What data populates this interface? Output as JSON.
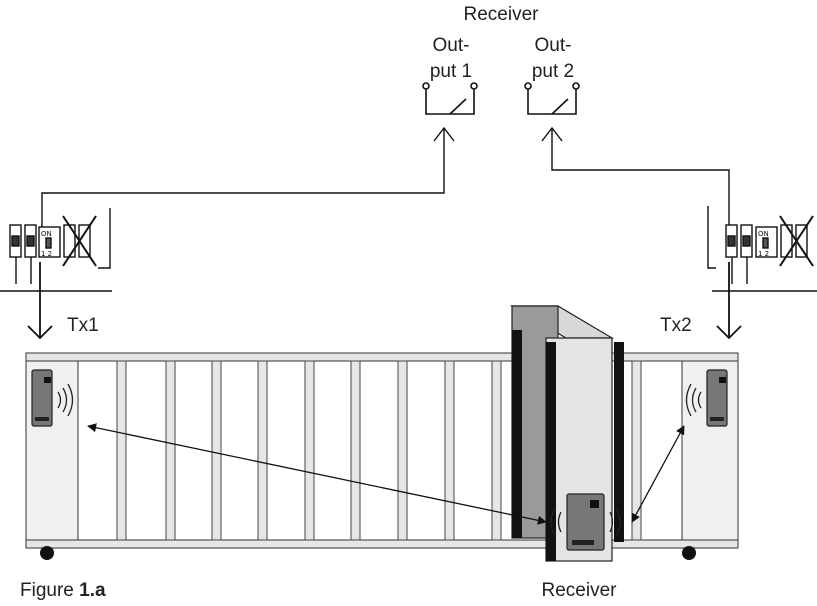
{
  "receiver_top": {
    "title": "Receiver",
    "output1": [
      "Out-",
      "put 1"
    ],
    "output2": [
      "Out-",
      "put 2"
    ]
  },
  "tx1": {
    "label": "Tx1",
    "dip_on": "ON",
    "dip_nums": "1 2"
  },
  "tx2": {
    "label": "Tx2",
    "dip_on": "ON",
    "dip_nums": "1 2"
  },
  "receiver_bottom": {
    "label": "Receiver"
  },
  "figure": {
    "prefix": "Figure ",
    "number": "1.a"
  }
}
